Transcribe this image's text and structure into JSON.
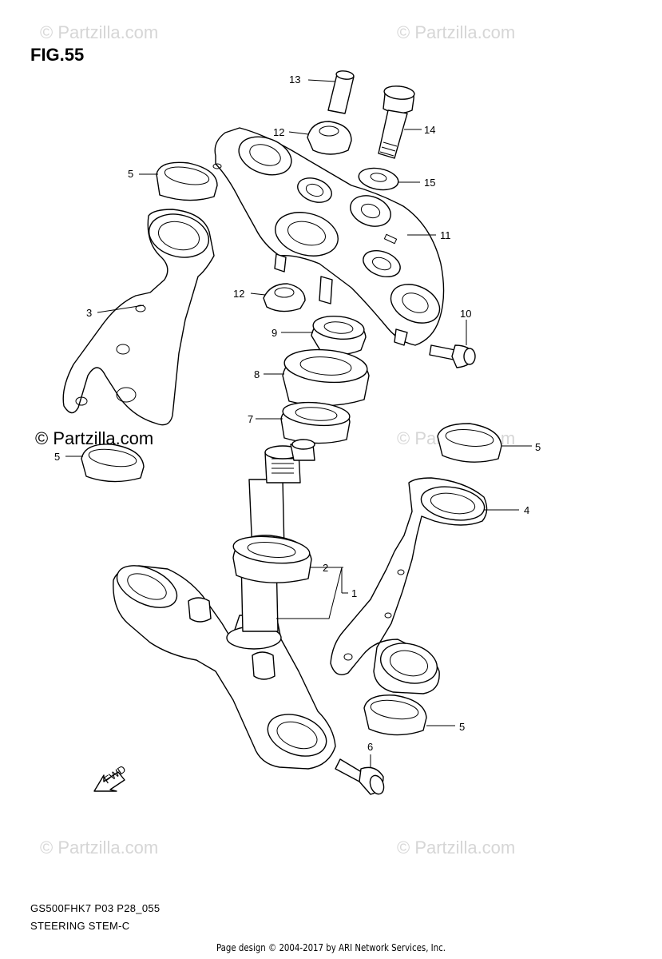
{
  "figure": {
    "title": "FIG.55",
    "model_code": "GS500FHK7 P03 P28_055",
    "description": "STEERING STEM-C"
  },
  "watermark": {
    "text": "© Partzilla.com"
  },
  "labels": [
    "1",
    "2",
    "3",
    "4",
    "5",
    "5",
    "5",
    "5",
    "6",
    "7",
    "8",
    "9",
    "10",
    "11",
    "12",
    "12",
    "13",
    "14",
    "15"
  ],
  "fwd_label": "FWD",
  "footer": {
    "text": "Page design © 2004-2017 by ARI Network Services, Inc."
  },
  "colors": {
    "line": "#000000",
    "watermark": "#d6d6d6",
    "background": "#ffffff"
  }
}
